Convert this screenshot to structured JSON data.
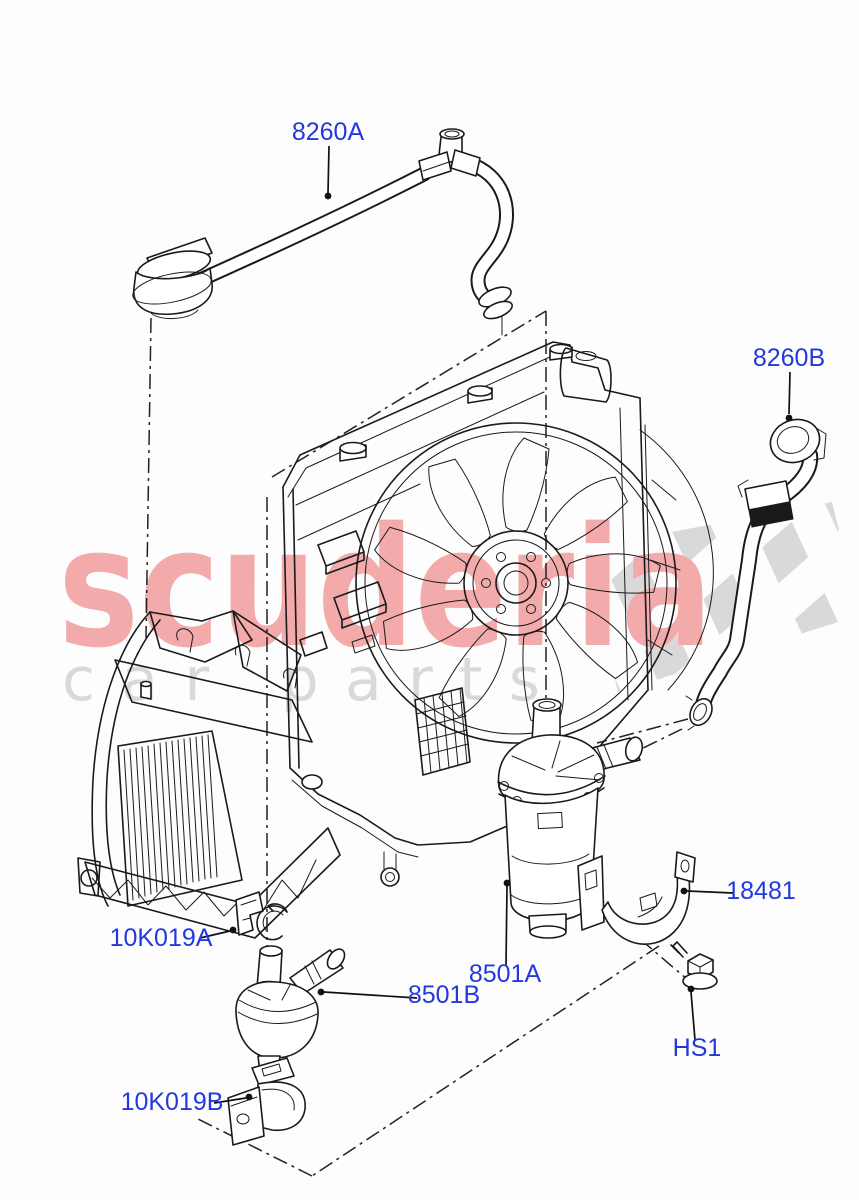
{
  "watermark": {
    "brand": "scuderia",
    "tagline": "car parts",
    "brand_color": "#f2aaaa",
    "tagline_color": "#d9d9d9",
    "flag_color": "#d9d9d9"
  },
  "diagram": {
    "description": "Water pump (auxiliary circulation) exploded parts diagram",
    "label_color": "#2438df",
    "line_color": "#1a1a1a",
    "part_labels": [
      {
        "label": "8260A",
        "part": "upper-hose"
      },
      {
        "label": "8260B",
        "part": "right-hose"
      },
      {
        "label": "10K019A",
        "part": "clamp-a"
      },
      {
        "label": "8501B",
        "part": "aux-pump-b"
      },
      {
        "label": "10K019B",
        "part": "bracket-b"
      },
      {
        "label": "8501A",
        "part": "aux-pump-a"
      },
      {
        "label": "18481",
        "part": "pump-bracket"
      },
      {
        "label": "HS1",
        "part": "bolt"
      }
    ]
  }
}
